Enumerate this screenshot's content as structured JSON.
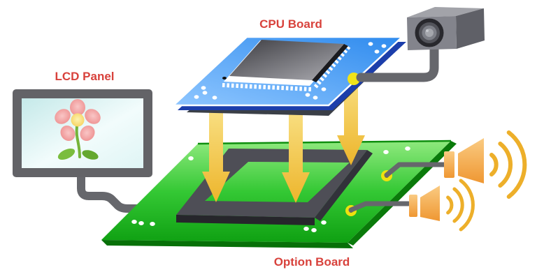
{
  "diagram": {
    "background_color": "#FFFFFF",
    "label_color": "#D8423C",
    "labels": {
      "cpu_board": "CPU Board",
      "lcd_panel": "LCD Panel",
      "option_board": "Option Board"
    },
    "components": [
      {
        "name": "lcd-monitor-icon",
        "meaning": "LCD panel showing a pink flower"
      },
      {
        "name": "cpu-board-icon",
        "meaning": "Blue CPU board with processor chip"
      },
      {
        "name": "option-board-icon",
        "meaning": "Green option board with dark socket frame"
      },
      {
        "name": "camera-icon",
        "meaning": "Gray box camera wired to CPU board connector"
      },
      {
        "name": "speaker-icon",
        "meaning": "Two orange horn speakers with sound waves wired to option board"
      },
      {
        "name": "arrow-down-icon",
        "meaning": "Three yellow arrows mating CPU board into option board socket"
      }
    ],
    "colors": {
      "cpu_board_blue": "#3E96F2",
      "option_board_green": "#2FC42F",
      "arrow_yellow": "#F0C23C",
      "speaker_orange": "#F4A94F",
      "sound_wave_gold": "#EEB22E",
      "cable_gray": "#66676C",
      "chip_gray": "#6E6E74",
      "socket_frame_gray": "#4E4E56",
      "connector_yellow": "#EFE10E",
      "flower_pink": "#F09A9A",
      "flower_center_yellow": "#FADF6F",
      "screen_cyan": "#DCF2F2"
    }
  }
}
